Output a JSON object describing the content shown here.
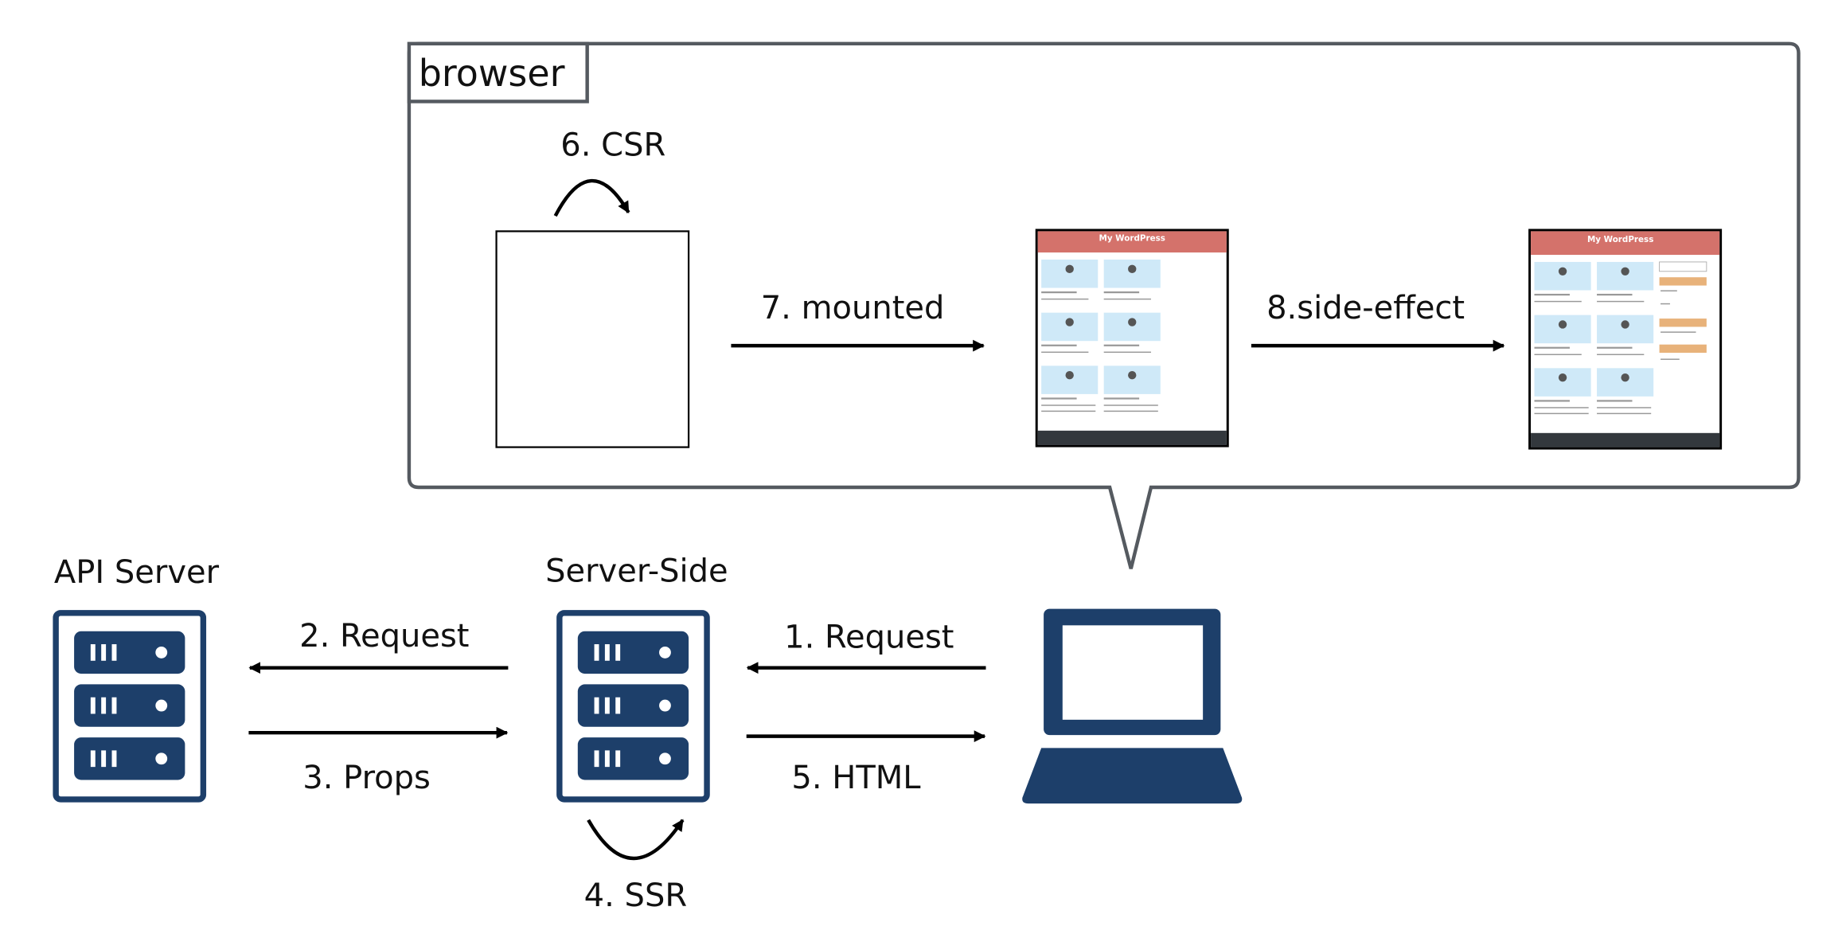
{
  "browser": {
    "label": "browser",
    "steps": {
      "csr": "6. CSR",
      "mounted": "7. mounted",
      "side_effect": "8.side-effect"
    },
    "thumbnail_title": "My WordPress"
  },
  "nodes": {
    "api_server": "API Server",
    "server_side": "Server-Side"
  },
  "arrows": {
    "request_api": "2. Request",
    "props": "3. Props",
    "request_client": "1. Request",
    "html": "5. HTML",
    "ssr": "4. SSR"
  },
  "colors": {
    "server": "#1d3f6a",
    "wp_header": "#d4726b",
    "wp_card": "#cfe9f8",
    "wp_footer": "#33383d",
    "wp_sidebar": "#e8b27a",
    "frame": "#555a60"
  }
}
